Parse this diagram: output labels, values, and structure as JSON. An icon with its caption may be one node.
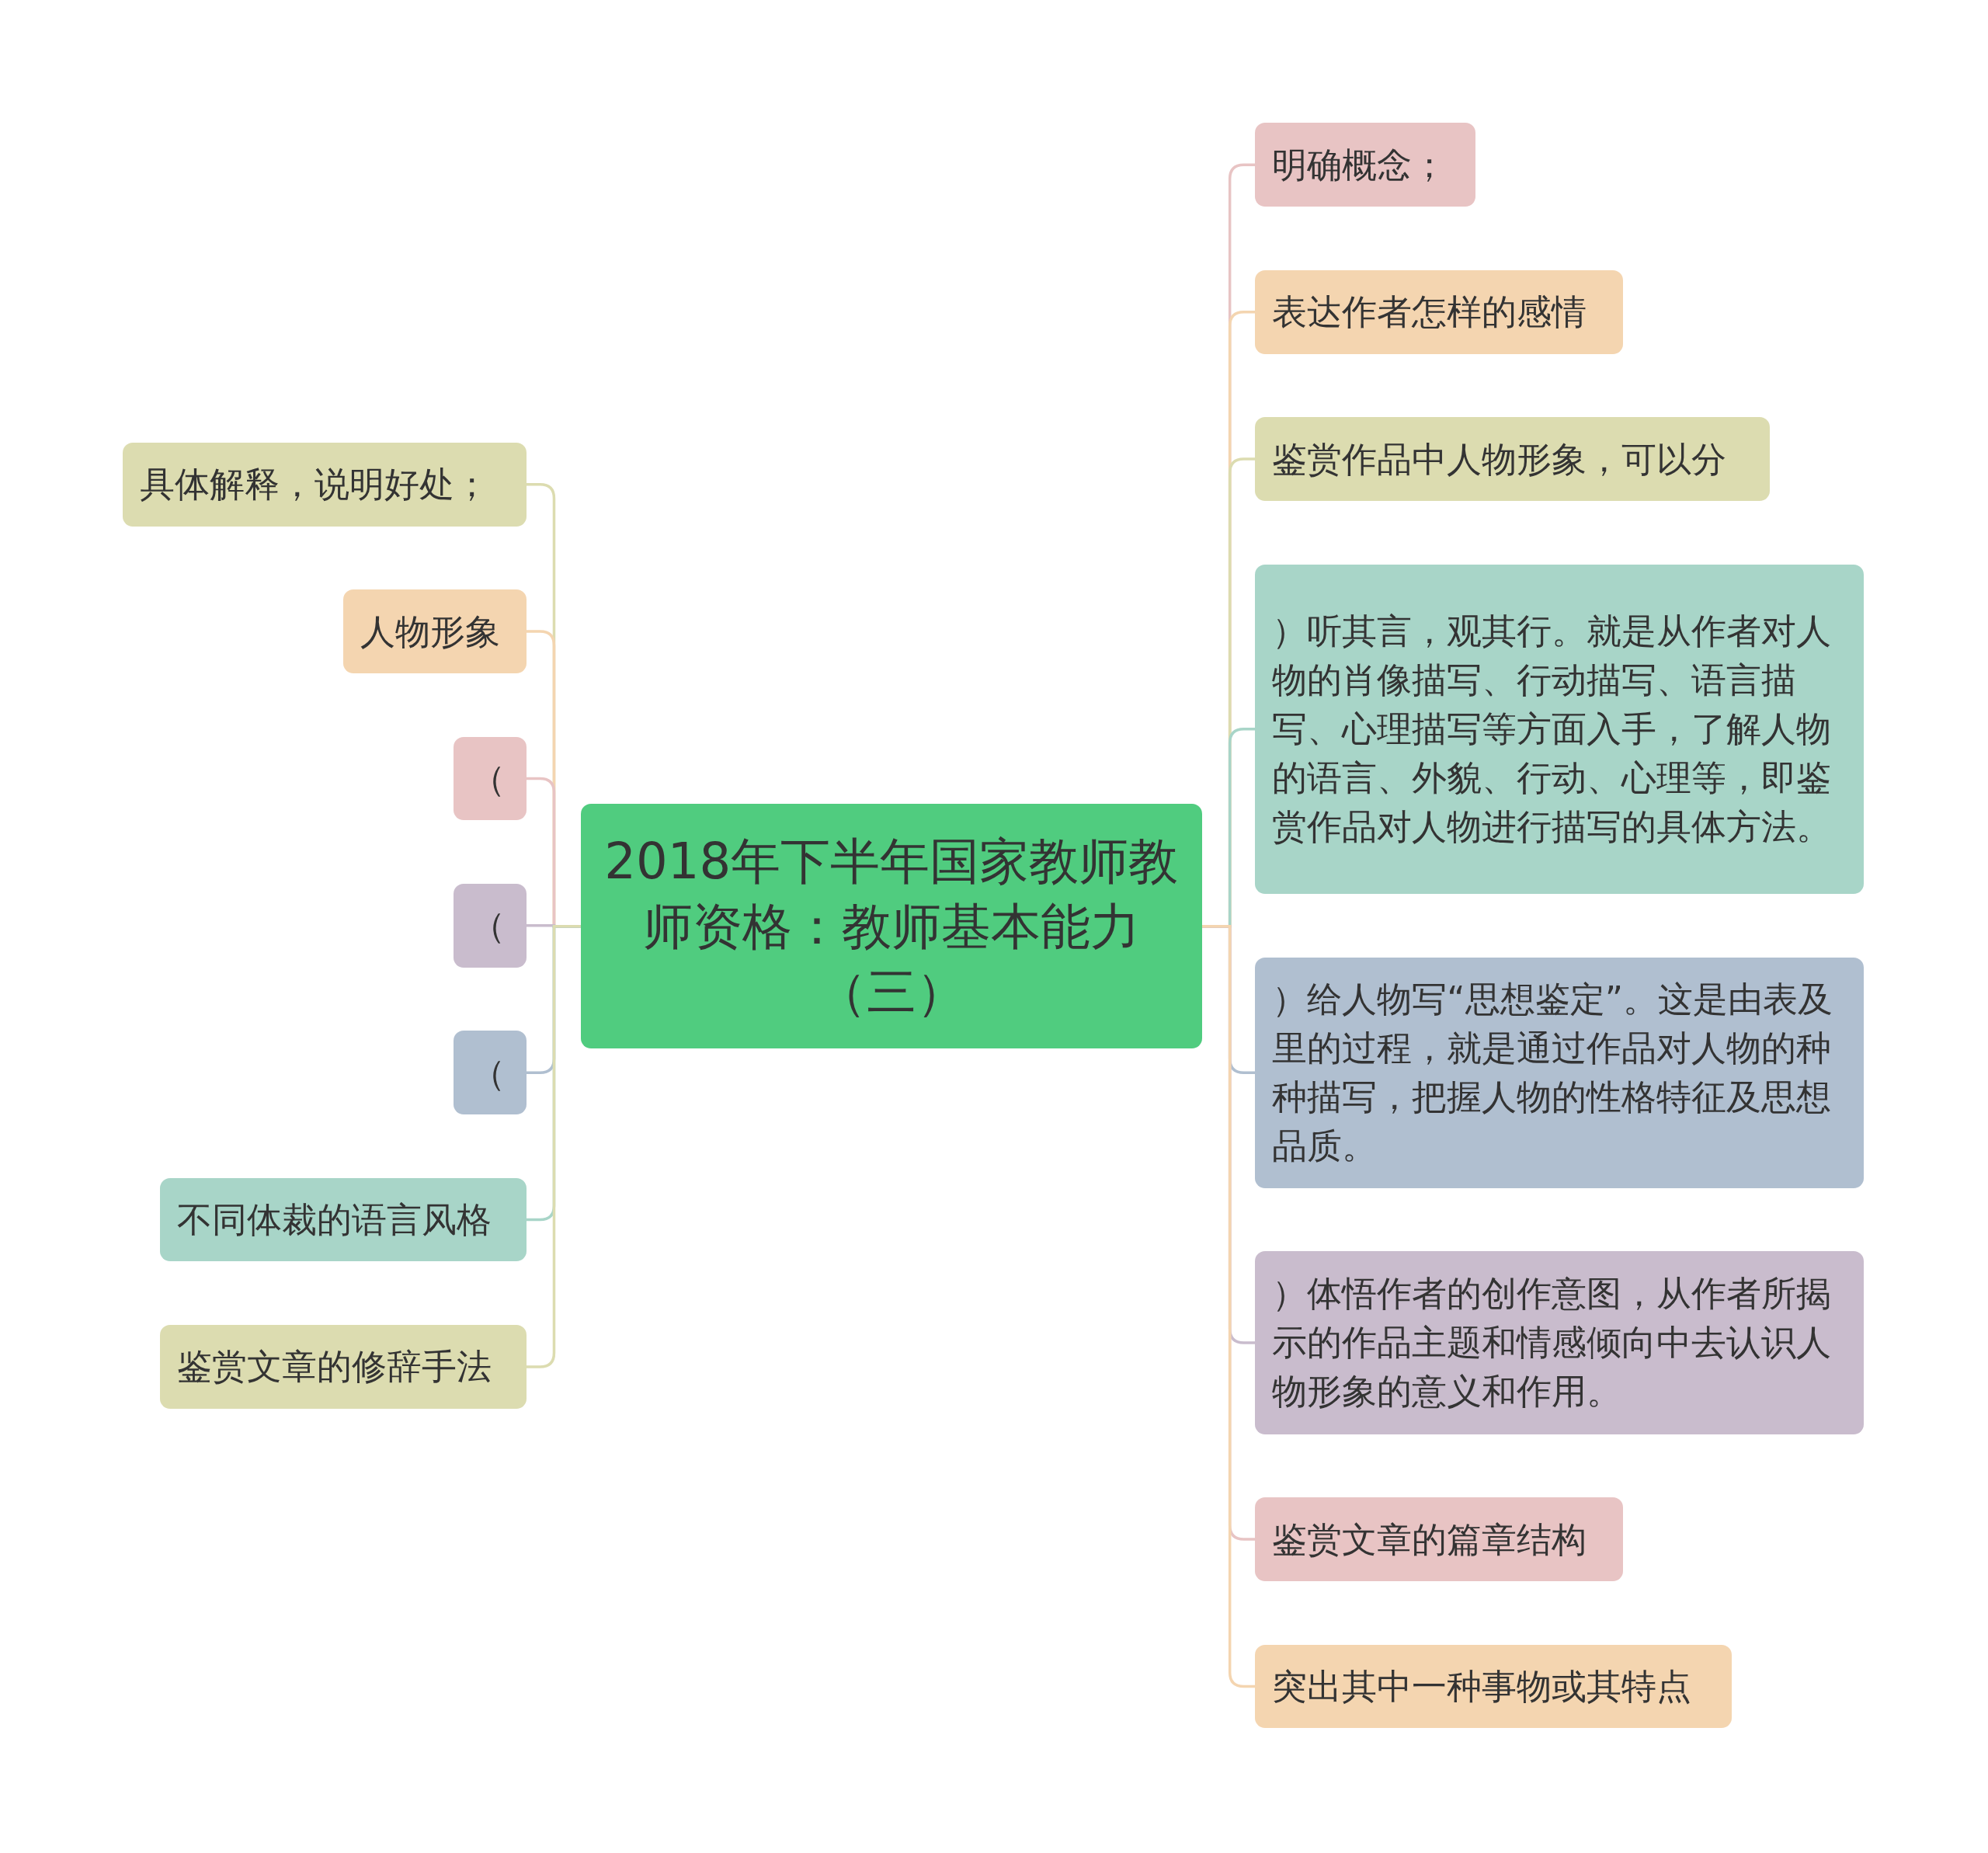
{
  "diagram": {
    "nodes": [
      {
        "text": [
          "2018年下半年国家教师教师资格：教师基本能力（三）"
        ]
      },
      {
        "text": [
          "具体解释，说明好处；"
        ]
      },
      {
        "text": [
          "人物形象"
        ]
      },
      {
        "text": [
          "（"
        ]
      },
      {
        "text": [
          "（"
        ]
      },
      {
        "text": [
          "（"
        ]
      },
      {
        "text": [
          "不同体裁的语言风格"
        ]
      },
      {
        "text": [
          "鉴赏文章的修辞手法"
        ]
      },
      {
        "text": [
          "明确概念；"
        ]
      },
      {
        "text": [
          "表达作者怎样的感情"
        ]
      },
      {
        "text": [
          "鉴赏作品中人物形象，可以分"
        ]
      },
      {
        "text": [
          "）听其言，观其行。就是从作者对人物的肖像描写、行动描写、语言描写、心理描写等方面入手，了解人物的语言、外貌、行动、心理等，即鉴赏作品对人物进行描写的具体方法。"
        ]
      },
      {
        "text": [
          "）给人物写“思想鉴定”。这是由表及里的过程，就是通过作品对人物的种种描写，把握人物的性格特征及思想品质。"
        ]
      },
      {
        "text": [
          "）体悟作者的创作意图，从作者所揭示的作品主题和情感倾向中去认识人物形象的意义和作用。"
        ]
      },
      {
        "text": [
          "鉴赏文章的篇章结构"
        ]
      },
      {
        "text": [
          "突出其中一种事物或其特点"
        ]
      }
    ],
    "edges": [
      {
        "from": 0,
        "to": 1,
        "arrow": "none",
        "color": "#dcdcb0"
      },
      {
        "from": 0,
        "to": 2,
        "arrow": "none",
        "color": "#f4d5b0"
      },
      {
        "from": 0,
        "to": 3,
        "arrow": "none",
        "color": "#e8c4c4"
      },
      {
        "from": 0,
        "to": 4,
        "arrow": "none",
        "color": "#c9bccd"
      },
      {
        "from": 0,
        "to": 5,
        "arrow": "none",
        "color": "#b0bfd0"
      },
      {
        "from": 0,
        "to": 6,
        "arrow": "none",
        "color": "#a8d5c8"
      },
      {
        "from": 0,
        "to": 7,
        "arrow": "none",
        "color": "#dcdcb0"
      },
      {
        "from": 0,
        "to": 8,
        "arrow": "none",
        "color": "#e8c4c4"
      },
      {
        "from": 0,
        "to": 9,
        "arrow": "none",
        "color": "#f4d5b0"
      },
      {
        "from": 0,
        "to": 10,
        "arrow": "none",
        "color": "#dcdcb0"
      },
      {
        "from": 0,
        "to": 11,
        "arrow": "none",
        "color": "#a8d5c8"
      },
      {
        "from": 0,
        "to": 12,
        "arrow": "none",
        "color": "#b0bfd0"
      },
      {
        "from": 0,
        "to": 13,
        "arrow": "none",
        "color": "#c9bccd"
      },
      {
        "from": 0,
        "to": 14,
        "arrow": "none",
        "color": "#e8c4c4"
      },
      {
        "from": 0,
        "to": 15,
        "arrow": "none",
        "color": "#f4d5b0"
      }
    ]
  }
}
